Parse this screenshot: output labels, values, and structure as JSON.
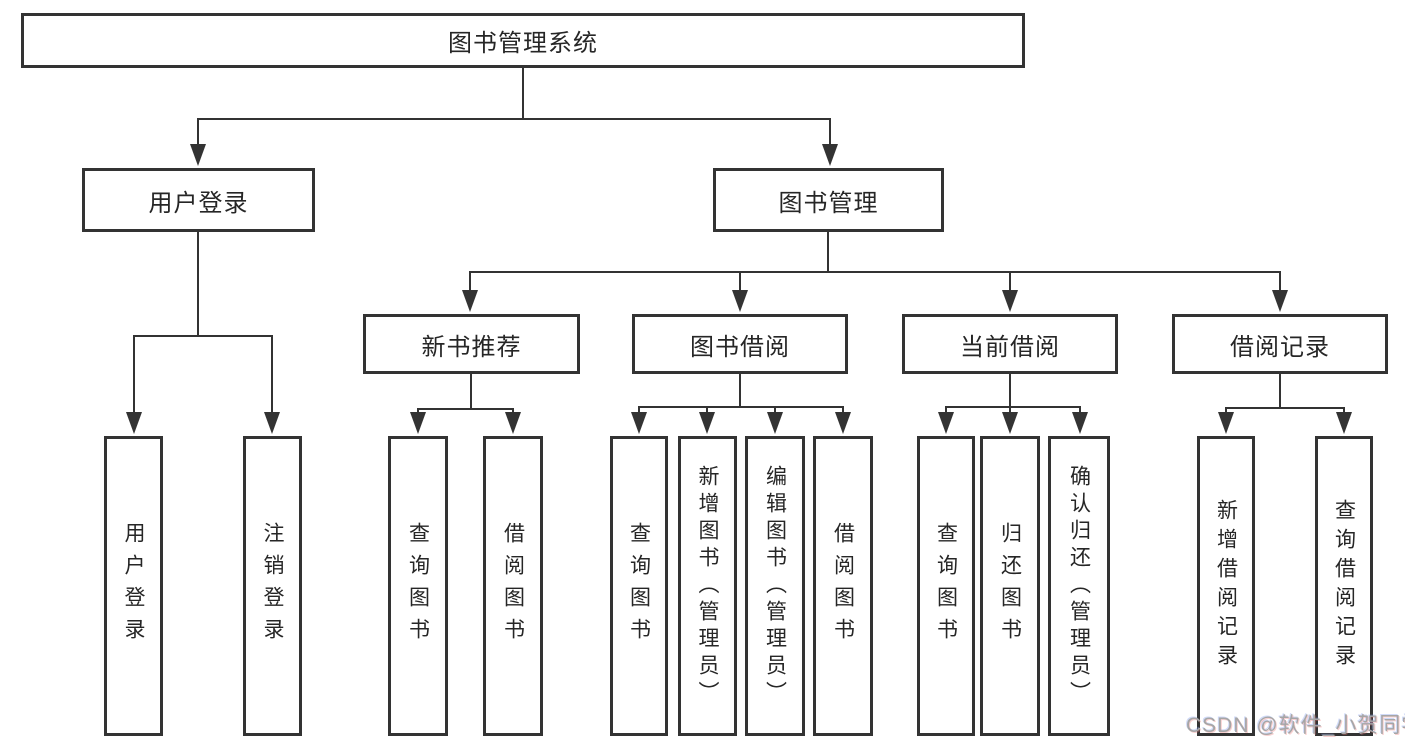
{
  "tree": {
    "label": "图书管理系统",
    "children": [
      {
        "label": "用户登录",
        "children": [
          {
            "label": "用户登录"
          },
          {
            "label": "注销登录"
          }
        ]
      },
      {
        "label": "图书管理",
        "children": [
          {
            "label": "新书推荐",
            "children": [
              {
                "label": "查询图书"
              },
              {
                "label": "借阅图书"
              }
            ]
          },
          {
            "label": "图书借阅",
            "children": [
              {
                "label": "查询图书"
              },
              {
                "label": "新增图书（管理员）"
              },
              {
                "label": "编辑图书（管理员）"
              },
              {
                "label": "借阅图书"
              }
            ]
          },
          {
            "label": "当前借阅",
            "children": [
              {
                "label": "查询图书"
              },
              {
                "label": "归还图书"
              },
              {
                "label": "确认归还（管理员）"
              }
            ]
          },
          {
            "label": "借阅记录",
            "children": [
              {
                "label": "新增借阅记录"
              },
              {
                "label": "查询借阅记录"
              }
            ]
          }
        ]
      }
    ]
  },
  "watermark": "CSDN @软件_小贺同学",
  "colors": {
    "line": "#333333",
    "text": "#262626",
    "box_bg": "#ffffff",
    "watermark": "#a6a6a6"
  }
}
